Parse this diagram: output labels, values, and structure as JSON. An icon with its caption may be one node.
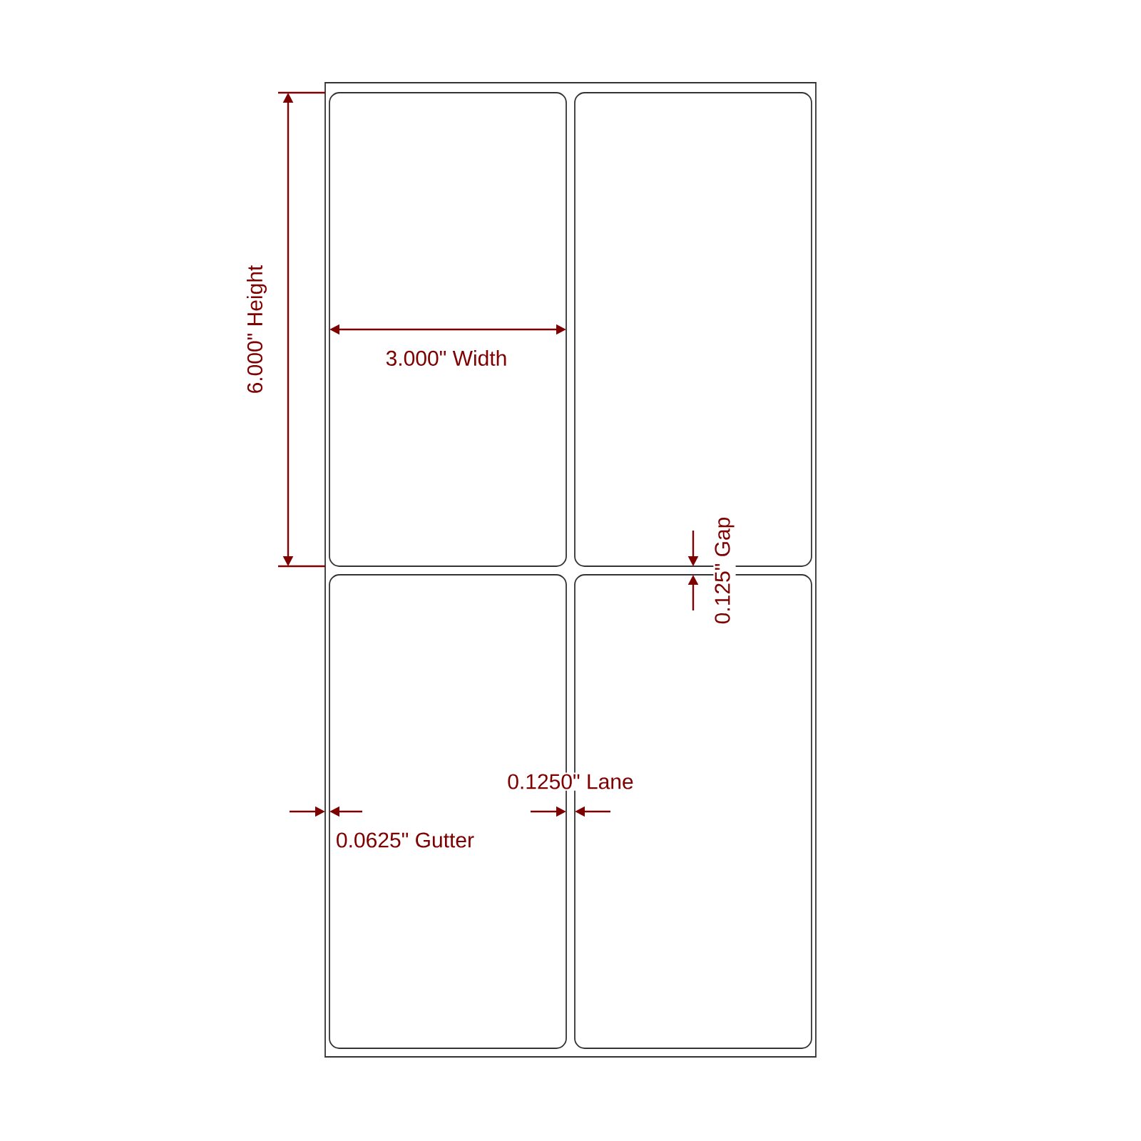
{
  "diagram": {
    "nodes": [
      {
        "text": [],
        "shape": "box"
      },
      {
        "text": [],
        "shape": "box",
        "in": 0
      },
      {
        "text": [],
        "shape": "box",
        "in": 0
      },
      {
        "text": [],
        "shape": "box",
        "in": 0
      },
      {
        "text": [],
        "shape": "box",
        "in": 0
      }
    ],
    "labels": [
      "6.000\" Height",
      "3.000\" Width",
      "0.125\" Gap",
      "0.1250\" Lane",
      "0.0625\" Gutter"
    ]
  }
}
